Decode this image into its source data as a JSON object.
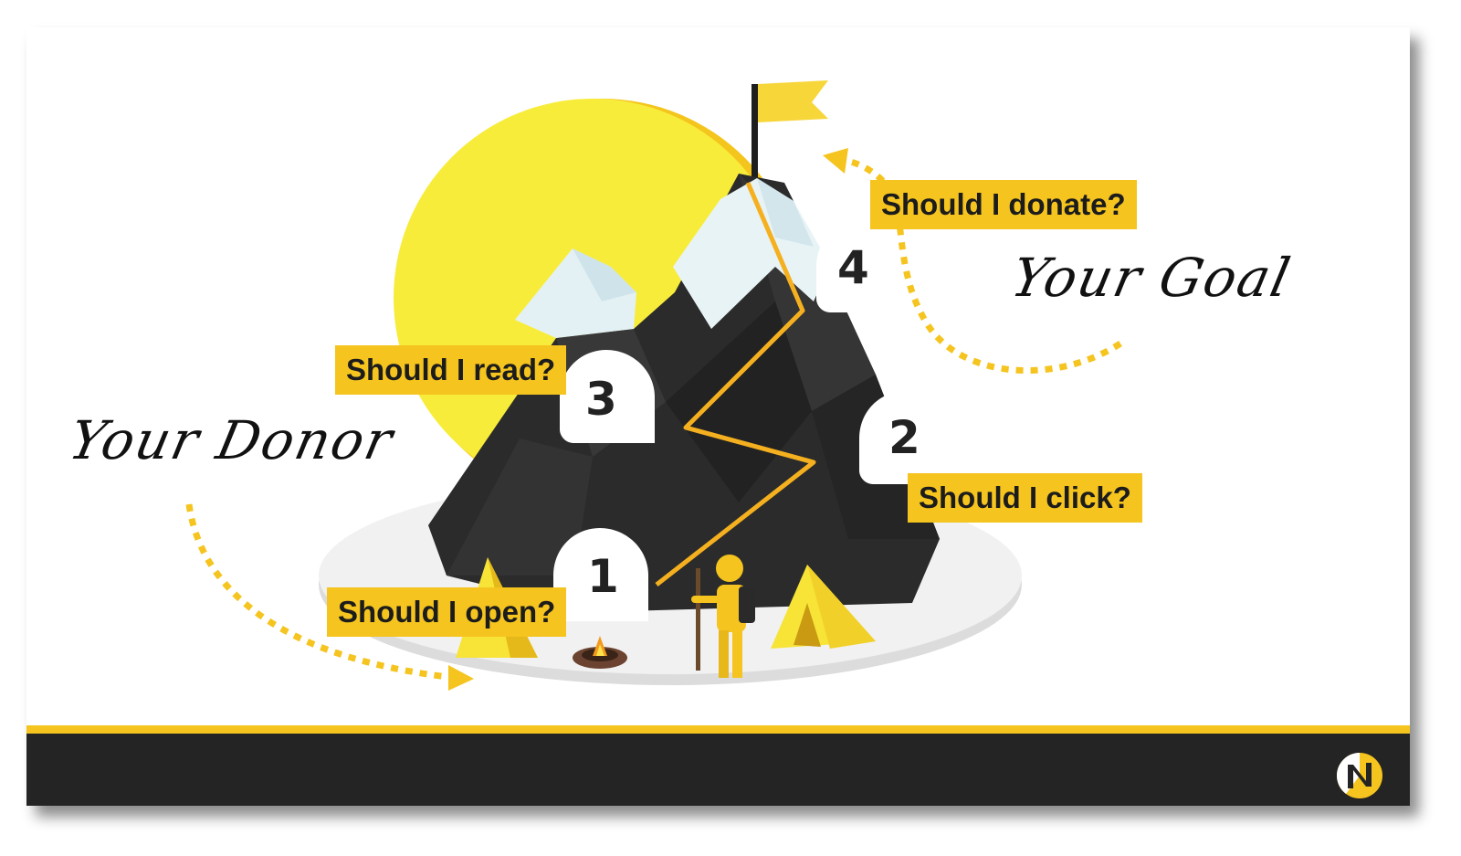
{
  "labels": {
    "donor": "Your Donor",
    "goal": "Your Goal"
  },
  "steps": [
    {
      "number": "1",
      "question": "Should I open?"
    },
    {
      "number": "2",
      "question": "Should I click?"
    },
    {
      "number": "3",
      "question": "Should I read?"
    },
    {
      "number": "4",
      "question": "Should I donate?"
    }
  ],
  "colors": {
    "accent": "#f5c41f",
    "sun": "#f7ea3a",
    "mountain": "#2b2b2b",
    "snow": "#e3f1f5",
    "footer": "#242424"
  },
  "icons": {
    "logo": "brand-logo-icon",
    "flag": "flag-icon",
    "hiker": "hiker-icon",
    "campfire": "campfire-icon",
    "tent": "tent-icon"
  }
}
